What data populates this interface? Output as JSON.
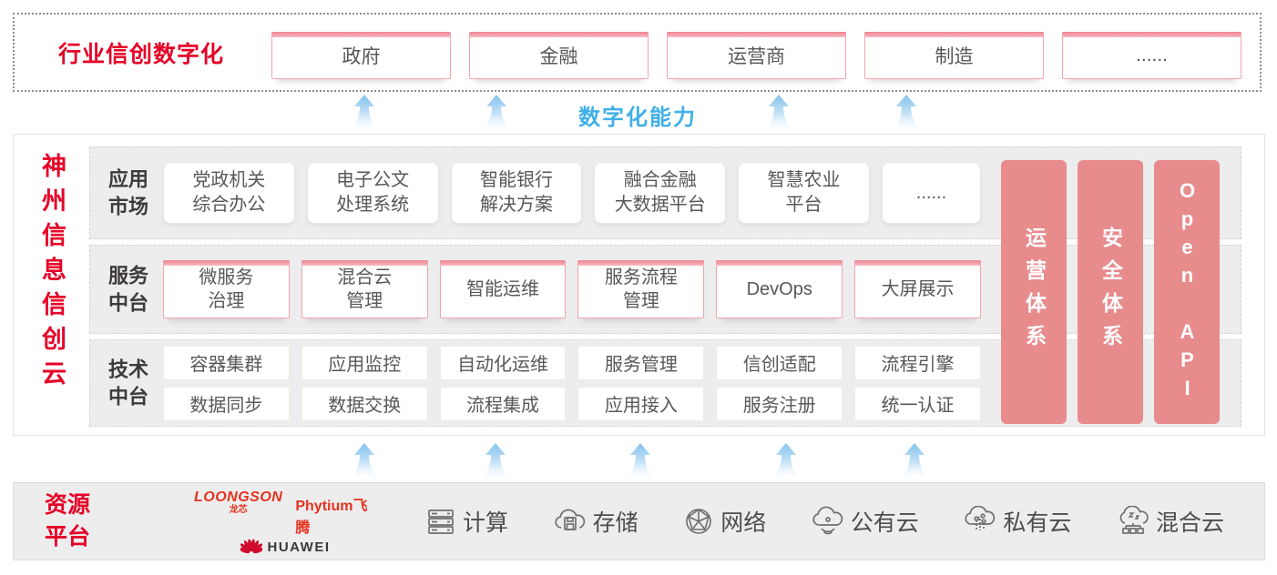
{
  "colors": {
    "accent_red": "#e60027",
    "capability_blue": "#3fb0e8",
    "pillar_pink": "#e88b8d",
    "box_text_gray": "#595757"
  },
  "top_banner": {
    "title": "行业信创数字化",
    "industries": [
      "政府",
      "金融",
      "运营商",
      "制造",
      "......"
    ]
  },
  "capability_banner": {
    "label": "数字化能力"
  },
  "platform": {
    "vertical_title": "神州信息信创云",
    "rows": [
      {
        "label": "应用\n市场",
        "items": [
          "党政机关\n综合办公",
          "电子公文\n处理系统",
          "智能银行\n解决方案",
          "融合金融\n大数据平台",
          "智慧农业\n平台",
          "......"
        ]
      },
      {
        "label": "服务\n中台",
        "items": [
          "微服务\n治理",
          "混合云\n管理",
          "智能运维",
          "服务流程\n管理",
          "DevOps",
          "大屏展示"
        ]
      },
      {
        "label": "技术\n中台",
        "items_row1": [
          "容器集群",
          "应用监控",
          "自动化运维",
          "服务管理",
          "信创适配",
          "流程引擎"
        ],
        "items_row2": [
          "数据同步",
          "数据交换",
          "流程集成",
          "应用接入",
          "服务注册",
          "统一认证"
        ]
      }
    ],
    "pillars": [
      "运营体系",
      "安全体系",
      "Open API"
    ]
  },
  "resource_platform": {
    "title": "资源\n平台",
    "vendors": [
      {
        "name": "LOONGSON",
        "sub": "龙芯"
      },
      {
        "name": "Phytium",
        "sub": "飞腾"
      },
      {
        "name": "HUAWEI"
      }
    ],
    "items": [
      {
        "icon": "server-icon",
        "label": "计算"
      },
      {
        "icon": "storage-cloud-icon",
        "label": "存储"
      },
      {
        "icon": "network-globe-icon",
        "label": "网络"
      },
      {
        "icon": "public-cloud-icon",
        "label": "公有云"
      },
      {
        "icon": "private-cloud-icon",
        "label": "私有云"
      },
      {
        "icon": "hybrid-cloud-icon",
        "label": "混合云"
      }
    ]
  }
}
